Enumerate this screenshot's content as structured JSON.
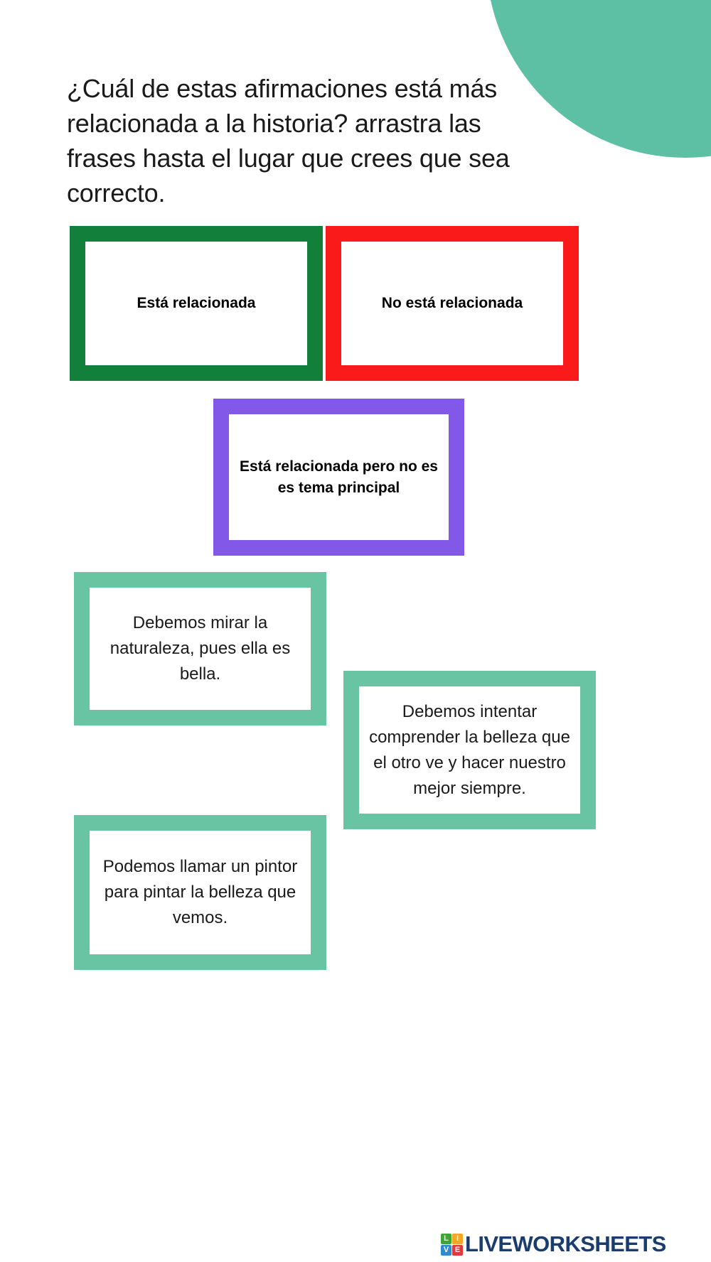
{
  "page": {
    "background_color": "#ffffff",
    "decoration": {
      "name": "teal-quarter-circle",
      "color": "#5DC0A4"
    }
  },
  "heading": {
    "text": "¿Cuál de estas afirmaciones está más relacionada a la historia? arrastra las frases hasta el lugar que crees que sea correcto."
  },
  "categories": [
    {
      "id": "related",
      "label": "Está relacionada",
      "border_color": "#12803B"
    },
    {
      "id": "not-related",
      "label": "No está relacionada",
      "border_color": "#FB1A1A"
    },
    {
      "id": "related-not-main",
      "label": "Está relacionada pero no es es tema principal",
      "border_color": "#8158E8"
    }
  ],
  "statements": [
    {
      "id": "statement-1",
      "text": "Debemos mirar la naturaleza, pues ella es bella.",
      "border_color": "#68C4A3"
    },
    {
      "id": "statement-2",
      "text": "Debemos intentar comprender la belleza que el otro ve y hacer nuestro mejor siempre.",
      "border_color": "#68C4A3"
    },
    {
      "id": "statement-3",
      "text": "Podemos llamar un pintor para pintar la belleza que vemos.",
      "border_color": "#68C4A3"
    }
  ],
  "footer": {
    "logo_letters": [
      "L",
      "I",
      "V",
      "E"
    ],
    "wordmark": "LIVEWORKSHEETS",
    "wordmark_color": "#1B3D6D"
  }
}
